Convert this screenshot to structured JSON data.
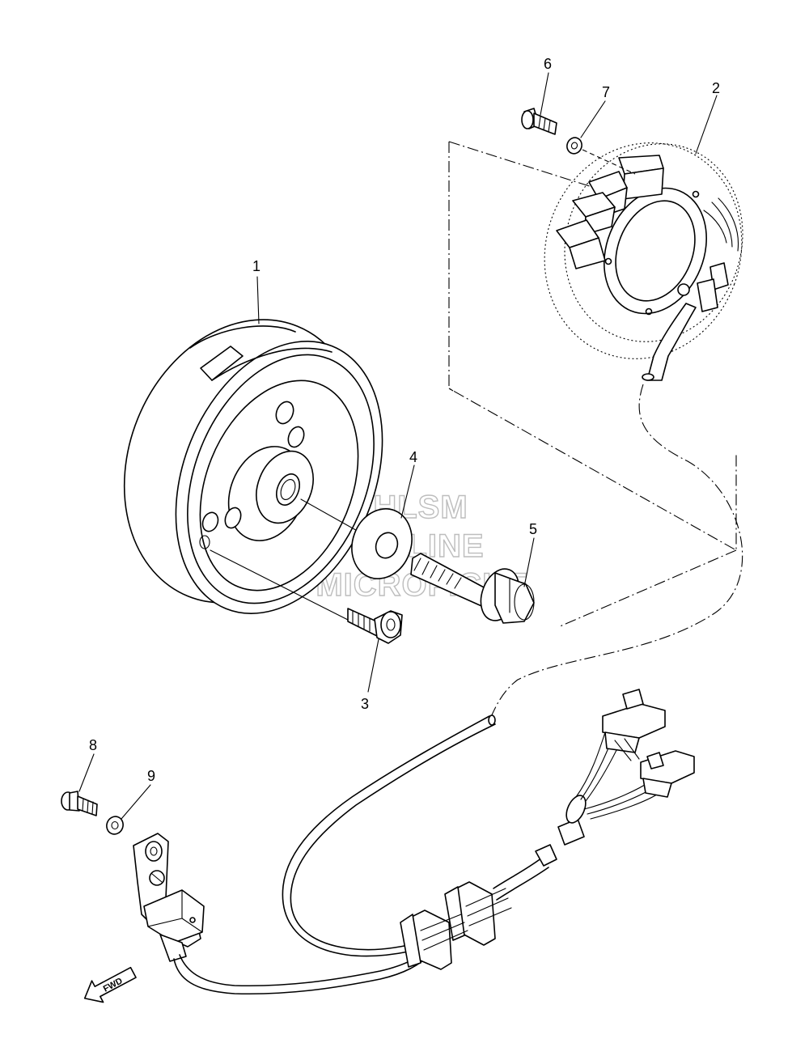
{
  "callouts": {
    "c1": "1",
    "c2": "2",
    "c3": "3",
    "c4": "4",
    "c5": "5",
    "c6": "6",
    "c7": "7",
    "c8": "8",
    "c9": "9"
  },
  "watermark": {
    "line1": "HLSM",
    "line2": "ONLINE",
    "line3": "MICROFICHE"
  },
  "direction_arrow": {
    "label": "FWD"
  },
  "icons": [
    "flywheel-rotor",
    "stator-coil",
    "bolt",
    "washer",
    "pickup-coil",
    "wire-harness",
    "connector",
    "fwd-arrow"
  ]
}
